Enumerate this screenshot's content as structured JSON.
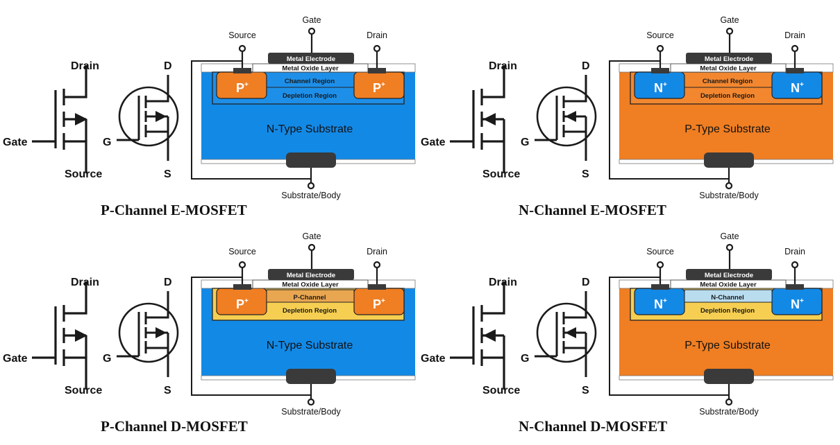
{
  "colors": {
    "n_substrate": "#1389e6",
    "p_substrate": "#f07e22",
    "p_well": "#f07e22",
    "n_well": "#1389e6",
    "depletion_enh_on_n": "#1d8fe9",
    "depletion_enh_on_p": "#f2872f",
    "depletion_dep": "#f6cf52",
    "p_channel": "#e9a650",
    "n_channel": "#b9dcef",
    "metal": "#3a3a3a",
    "oxide": "#ffffff",
    "wire": "#1a1a1a"
  },
  "panels": [
    {
      "id": "p-channel-e-mosfet",
      "title": "P-Channel E-MOSFET",
      "mode": "enhancement",
      "arrow": "out",
      "symbol_labels": {
        "drain": "Drain",
        "gate": "Gate",
        "source": "Source",
        "d": "D",
        "g": "G",
        "s": "S"
      },
      "terminals": {
        "gate": "Gate",
        "source": "Source",
        "drain": "Drain",
        "body": "Substrate/Body"
      },
      "layers": {
        "metal_electrode": "Metal Electrode",
        "metal_oxide": "Metal Oxide Layer"
      },
      "channel_label": "Channel Region",
      "depletion_label": "Depletion Region",
      "well_label": "P",
      "well_sup": "+",
      "substrate_label": "N-Type Substrate",
      "substrate_type": "n"
    },
    {
      "id": "n-channel-e-mosfet",
      "title": "N-Channel E-MOSFET",
      "mode": "enhancement",
      "arrow": "in",
      "symbol_labels": {
        "drain": "Drain",
        "gate": "Gate",
        "source": "Source",
        "d": "D",
        "g": "G",
        "s": "S"
      },
      "terminals": {
        "gate": "Gate",
        "source": "Source",
        "drain": "Drain",
        "body": "Substrate/Body"
      },
      "layers": {
        "metal_electrode": "Metal Electrode",
        "metal_oxide": "Metal Oxide Layer"
      },
      "channel_label": "Channel Region",
      "depletion_label": "Depletion Region",
      "well_label": "N",
      "well_sup": "+",
      "substrate_label": "P-Type Substrate",
      "substrate_type": "p"
    },
    {
      "id": "p-channel-d-mosfet",
      "title": "P-Channel D-MOSFET",
      "mode": "depletion",
      "arrow": "out",
      "symbol_labels": {
        "drain": "Drain",
        "gate": "Gate",
        "source": "Source",
        "d": "D",
        "g": "G",
        "s": "S"
      },
      "terminals": {
        "gate": "Gate",
        "source": "Source",
        "drain": "Drain",
        "body": "Substrate/Body"
      },
      "layers": {
        "metal_electrode": "Metal Electrode",
        "metal_oxide": "Metal Oxide Layer"
      },
      "channel_label": "P-Channel",
      "depletion_label": "Depletion Region",
      "well_label": "P",
      "well_sup": "+",
      "substrate_label": "N-Type Substrate",
      "substrate_type": "n"
    },
    {
      "id": "n-channel-d-mosfet",
      "title": "N-Channel D-MOSFET",
      "mode": "depletion",
      "arrow": "in",
      "symbol_labels": {
        "drain": "Drain",
        "gate": "Gate",
        "source": "Source",
        "d": "D",
        "g": "G",
        "s": "S"
      },
      "terminals": {
        "gate": "Gate",
        "source": "Source",
        "drain": "Drain",
        "body": "Substrate/Body"
      },
      "layers": {
        "metal_electrode": "Metal Electrode",
        "metal_oxide": "Metal Oxide Layer"
      },
      "channel_label": "N-Channel",
      "depletion_label": "Depletion Region",
      "well_label": "N",
      "well_sup": "+",
      "substrate_label": "P-Type Substrate",
      "substrate_type": "p"
    }
  ]
}
